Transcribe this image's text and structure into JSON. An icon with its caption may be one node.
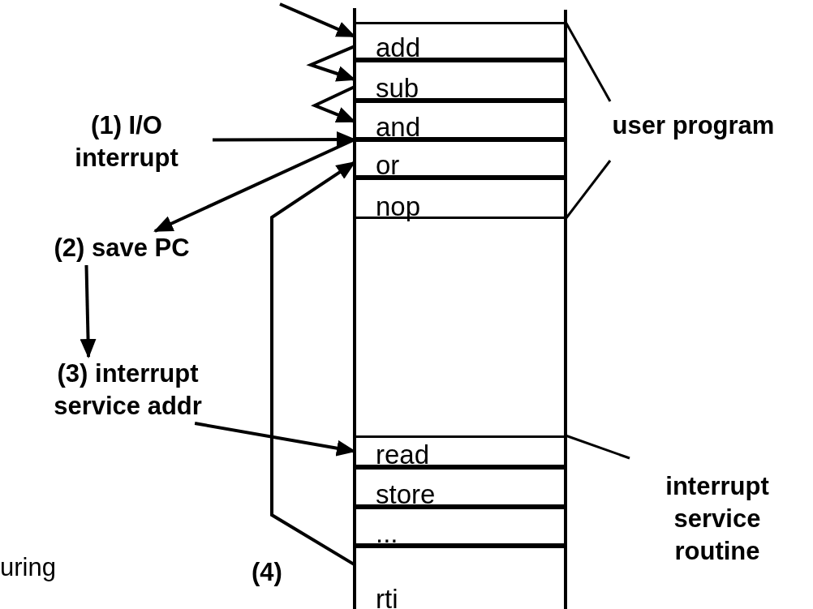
{
  "diagram": {
    "nodes": [
      {
        "text": [
          "add"
        ]
      },
      {
        "text": [
          "sub"
        ]
      },
      {
        "text": [
          "and"
        ]
      },
      {
        "text": [
          "or"
        ]
      },
      {
        "text": [
          "nop"
        ]
      },
      {
        "text": [
          "read"
        ]
      },
      {
        "text": [
          "store"
        ]
      },
      {
        "text": [
          "..."
        ]
      },
      {
        "text": [
          "rti"
        ]
      },
      {
        "text": [
          "(1) I/O interrupt"
        ]
      },
      {
        "text": [
          "(2) save PC"
        ]
      },
      {
        "text": [
          "(3) interrupt service addr"
        ]
      },
      {
        "text": [
          "user program"
        ]
      },
      {
        "text": [
          "interrupt service routine"
        ]
      }
    ],
    "edges": [
      {
        "from": null,
        "to": 0,
        "arrow": "to"
      },
      {
        "from": 0,
        "to": 1,
        "arrow": "to"
      },
      {
        "from": 1,
        "to": 2,
        "arrow": "to"
      },
      {
        "from": 9,
        "to": 2,
        "arrow": "to"
      },
      {
        "from": 2,
        "to": 10,
        "arrow": "to"
      },
      {
        "from": 10,
        "to": 11,
        "arrow": "to"
      },
      {
        "from": 11,
        "to": 5,
        "arrow": "to"
      },
      {
        "from": 8,
        "to": 3,
        "arrow": "to"
      },
      {
        "from": 12,
        "to": 0,
        "arrow": "none"
      },
      {
        "from": 12,
        "to": 4,
        "arrow": "none"
      },
      {
        "from": 13,
        "to": 5,
        "arrow": "none"
      }
    ],
    "labels": [
      "(4)",
      "uring"
    ]
  }
}
